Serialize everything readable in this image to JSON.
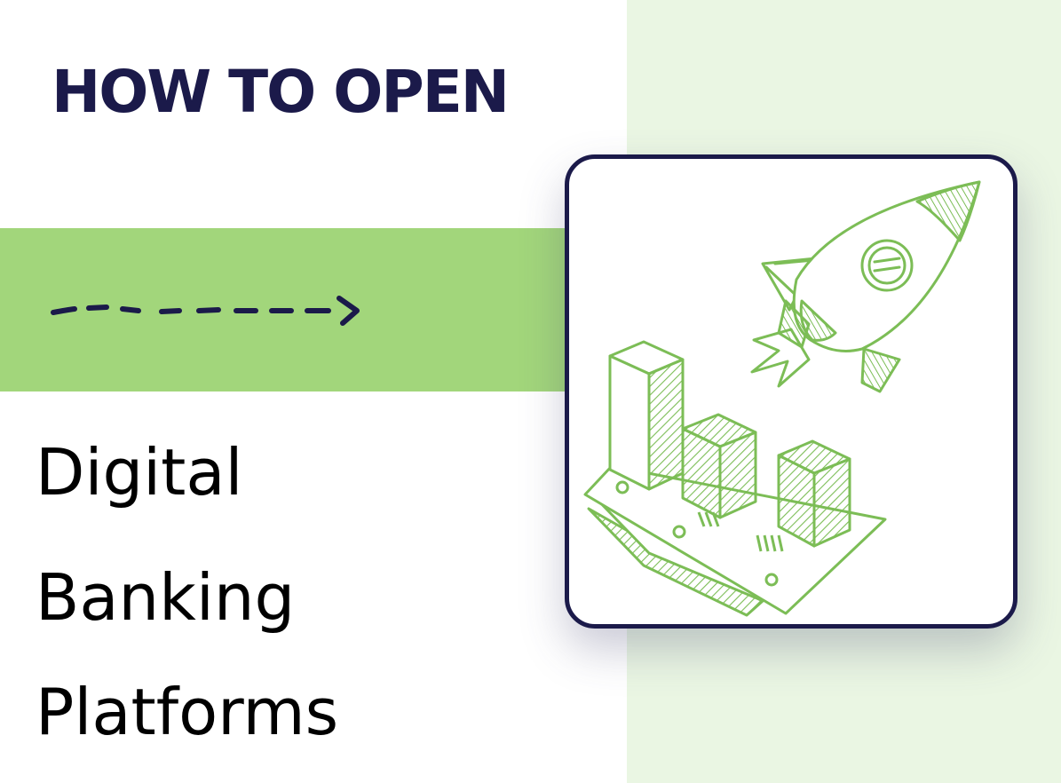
{
  "header": {
    "heading": "HOW TO OPEN"
  },
  "title": {
    "line1": "Digital",
    "line2": "Banking",
    "line3": "Platforms"
  },
  "icons": {
    "arrow": "dashed-arrow-icon",
    "illustration": "rocket-and-bar-chart-illustration"
  },
  "colors": {
    "navy": "#1b1a4a",
    "green_band": "#a2d67b",
    "light_green_panel": "#eaf6e3",
    "illustration_green": "#7cbd56"
  }
}
